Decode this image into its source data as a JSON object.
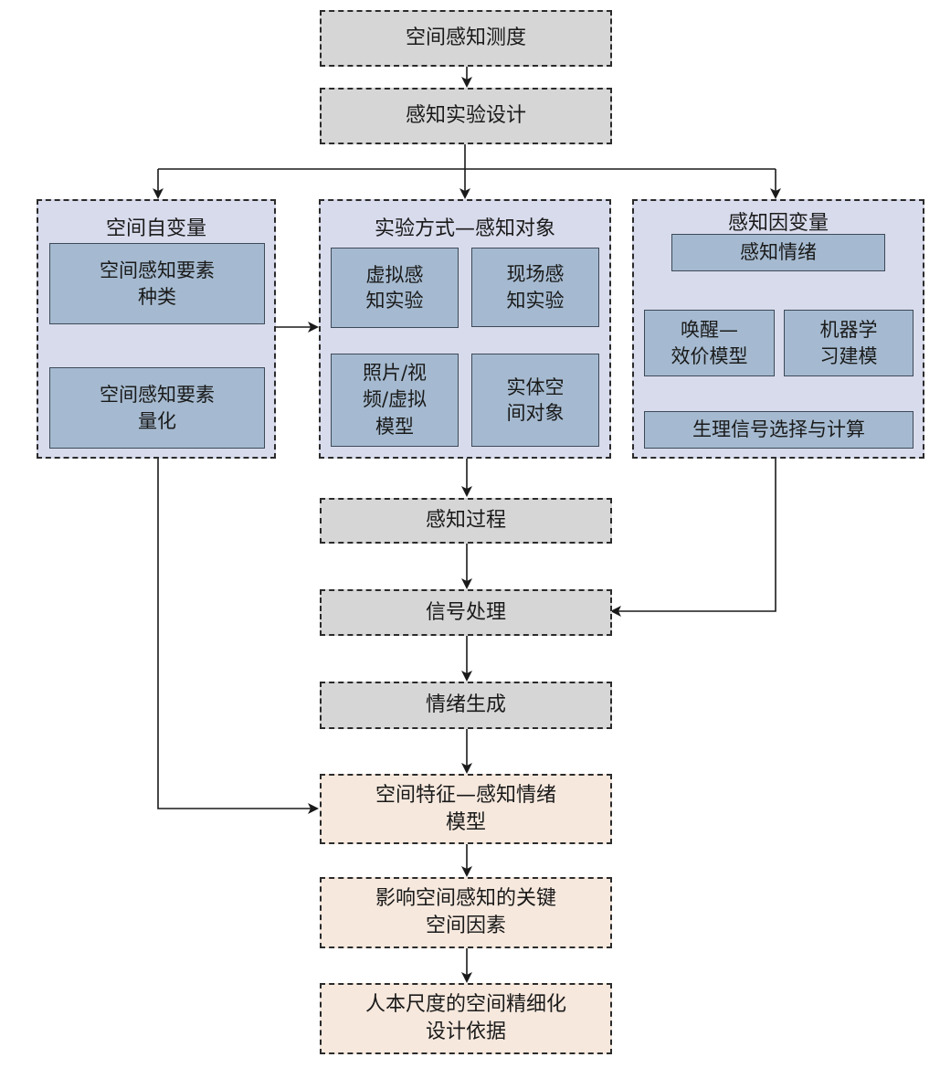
{
  "nodes": {
    "space_perception_measure": "空间感知测度",
    "perception_experiment_design": "感知实验设计",
    "spatial_independent_variable": {
      "title": "空间自变量",
      "element_type": [
        "空间感知要素",
        "种类"
      ],
      "element_quantify": [
        "空间感知要素",
        "量化"
      ]
    },
    "experiment_method": {
      "title": "实验方式—感知对象",
      "virtual_experiment": [
        "虚拟感",
        "知实验"
      ],
      "onsite_experiment": [
        "现场感",
        "知实验"
      ],
      "photo_video_model": [
        "照片/视",
        "频/虚拟",
        "模型"
      ],
      "physical_space": [
        "实体空",
        "间对象"
      ]
    },
    "perception_dependent_variable": {
      "title": "感知因变量",
      "perception_emotion": "感知情绪",
      "arousal_valence_model": [
        "唤醒—",
        "效价模型"
      ],
      "machine_learning": [
        "机器学",
        "习建模"
      ],
      "physio_signal": "生理信号选择与计算"
    },
    "perception_process": "感知过程",
    "signal_processing": "信号处理",
    "emotion_generation": "情绪生成",
    "feature_emotion_model": [
      "空间特征—感知情绪",
      "模型"
    ],
    "key_spatial_factors": [
      "影响空间感知的关键",
      "空间因素"
    ],
    "design_basis": [
      "人本尺度的空间精细化",
      "设计依据"
    ]
  },
  "colors": {
    "gray_box": "#d6d6d6",
    "panel": "#d8dbec",
    "inner_box": "#a5bad0",
    "peach_box": "#f6e8dd",
    "line": "#1a1a1a"
  }
}
